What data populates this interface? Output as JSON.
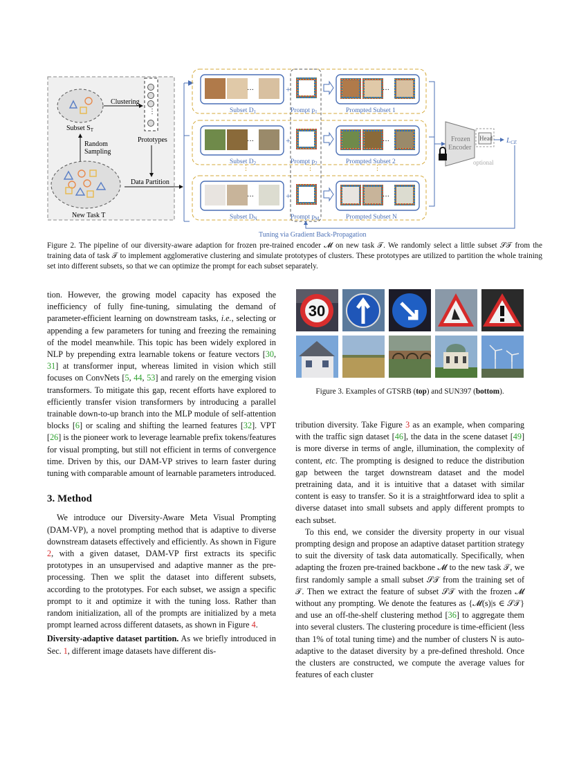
{
  "figure2": {
    "left_panel": {
      "clustering": "Clustering",
      "subset_label": "Subset S",
      "subset_sub": "T",
      "random_sampling_1": "Random",
      "random_sampling_2": "Sampling",
      "prototypes": "Prototypes",
      "data_partition": "Data Partition",
      "new_task": "New Task T"
    },
    "rows": [
      {
        "subset": "Subset D",
        "subset_sub": "1",
        "prompt": "Prompt p",
        "prompt_sub": "1",
        "prompted": "Prompted Subset 1"
      },
      {
        "subset": "Subset D",
        "subset_sub": "2",
        "prompt": "Prompt p",
        "prompt_sub": "2",
        "prompted": "Prompted Subset 2"
      },
      {
        "subset": "Subset D",
        "subset_sub": "N",
        "prompt": "Prompt p",
        "prompt_sub": "M",
        "prompted": "Prompted Subset N"
      }
    ],
    "encoder_1": "Frozen",
    "encoder_2": "Encoder",
    "head": "Head",
    "loss": "L",
    "loss_sub": "CE",
    "optional": "optional",
    "tuning": "Tuning via Gradient Back-Propagation",
    "plus": "+",
    "ellipsis": "···",
    "vdots": "⋮",
    "colors": {
      "blue": "#4a6fb5",
      "gold": "#d4a93a",
      "grey": "#888888",
      "box_fill": "#f0f0f0"
    }
  },
  "figure2_caption": "Figure 2.  The pipeline of our diversity-aware adaption for frozen pre-trained encoder 𝓜 on new task 𝒯.  We randomly select a little subset 𝒮𝒯 from the training data of task 𝒯 to implement agglomerative clustering and simulate prototypes of clusters.  These prototypes are utilized to partition the whole training set into different subsets, so that we can optimize the prompt for each subset separately.",
  "figure3": {
    "caption_pre": "Figure 3. Examples of GTSRB (",
    "caption_top": "top",
    "caption_mid": ") and SUN397 (",
    "caption_bottom": "bottom",
    "caption_post": ").",
    "sign_30": "30"
  },
  "left_col": {
    "p1_a": "tion. However, the growing model capacity has exposed the inefficiency of fully fine-tuning, simulating the demand of parameter-efficient learning on downstream tasks, ",
    "p1_ie": "i.e.",
    "p1_b": ", selecting or appending a few parameters for tuning and freezing the remaining of the model meanwhile. This topic has been widely explored in NLP by prepending extra learnable tokens or feature vectors [",
    "r30": "30",
    "comma1": ", ",
    "r31": "31",
    "p1_c": "] at transformer input, whereas limited in vision which still focuses on ConvNets [",
    "r5": "5",
    "comma2": ", ",
    "r44": "44",
    "comma3": ", ",
    "r53": "53",
    "p1_d": "] and rarely on the emerging vision transformers. To mitigate this gap, recent efforts have explored to efficiently transfer vision transformers by introducing a parallel trainable down-to-up branch into the MLP module of self-attention blocks [",
    "r6": "6",
    "p1_e": "] or scaling and shifting the learned features [",
    "r32": "32",
    "p1_f": "]. VPT [",
    "r26": "26",
    "p1_g": "] is the pioneer work to leverage learnable prefix tokens/features for visual prompting, but still not efficient in terms of convergence time. Driven by this, our DAM-VP strives to learn faster during tuning with comparable amount of learnable parameters introduced.",
    "heading": "3. Method",
    "p2_a": "We introduce our Diversity-Aware Meta Visual Prompting (DAM-VP), a novel prompting method that is adaptive to diverse downstream datasets effectively and efficiently. As shown in Figure ",
    "f2": "2",
    "p2_b": ", with a given dataset, DAM-VP first extracts its specific prototypes in an unsupervised and adaptive manner as the pre-processing. Then we split the dataset into different subsets, according to the prototypes. For each subset, we assign a specific prompt to it and optimize it with the tuning loss. Rather than random initialization, all of the prompts are initialized by a meta prompt learned across different datasets, as shown in Figure ",
    "f4": "4",
    "p2_c": ".",
    "p3_bold": "Diversity-adaptive dataset partition.",
    "p3_a": " As we briefly introduced in Sec. ",
    "s1": "1",
    "p3_b": ", different image datasets have different dis-"
  },
  "right_col": {
    "p1_a": "tribution diversity. Take Figure ",
    "f3": "3",
    "p1_b": " as an example, when comparing with the traffic sign dataset [",
    "r46": "46",
    "p1_c": "], the data in the scene dataset [",
    "r49": "49",
    "p1_d": "] is more diverse in terms of angle, illumination, the complexity of content, ",
    "etc": "etc",
    "p1_e": ". The prompting is designed to reduce the distribution gap between the target downstream dataset and the model pretraining data, and it is intuitive that a dataset with similar content is easy to transfer. So it is a straightforward idea to split a diverse dataset into small subsets and apply different prompts to each subset.",
    "p2_a": "To this end, we consider the diversity property in our visual prompting design and propose an adaptive dataset partition strategy to suit the diversity of task data automatically.  Specifically, when adapting the frozen pre-trained backbone 𝓜 to the new task 𝒯, we first randomly sample a small subset 𝒮𝒯 from the training set of 𝒯. Then we extract the feature of subset 𝒮𝒯 with the frozen 𝓜 without any prompting. We denote the features as {𝓜(s)|s ∈ 𝒮𝒯} and use an off-the-shelf clustering method [",
    "r36": "36",
    "p2_b": "] to aggregate them into several clusters. The clustering procedure is time-efficient (less than 1% of total tuning time) and the number of clusters N is auto-adaptive to the dataset diversity by a pre-defined threshold.  Once the clusters are constructed, we compute the average values for features of each cluster"
  }
}
